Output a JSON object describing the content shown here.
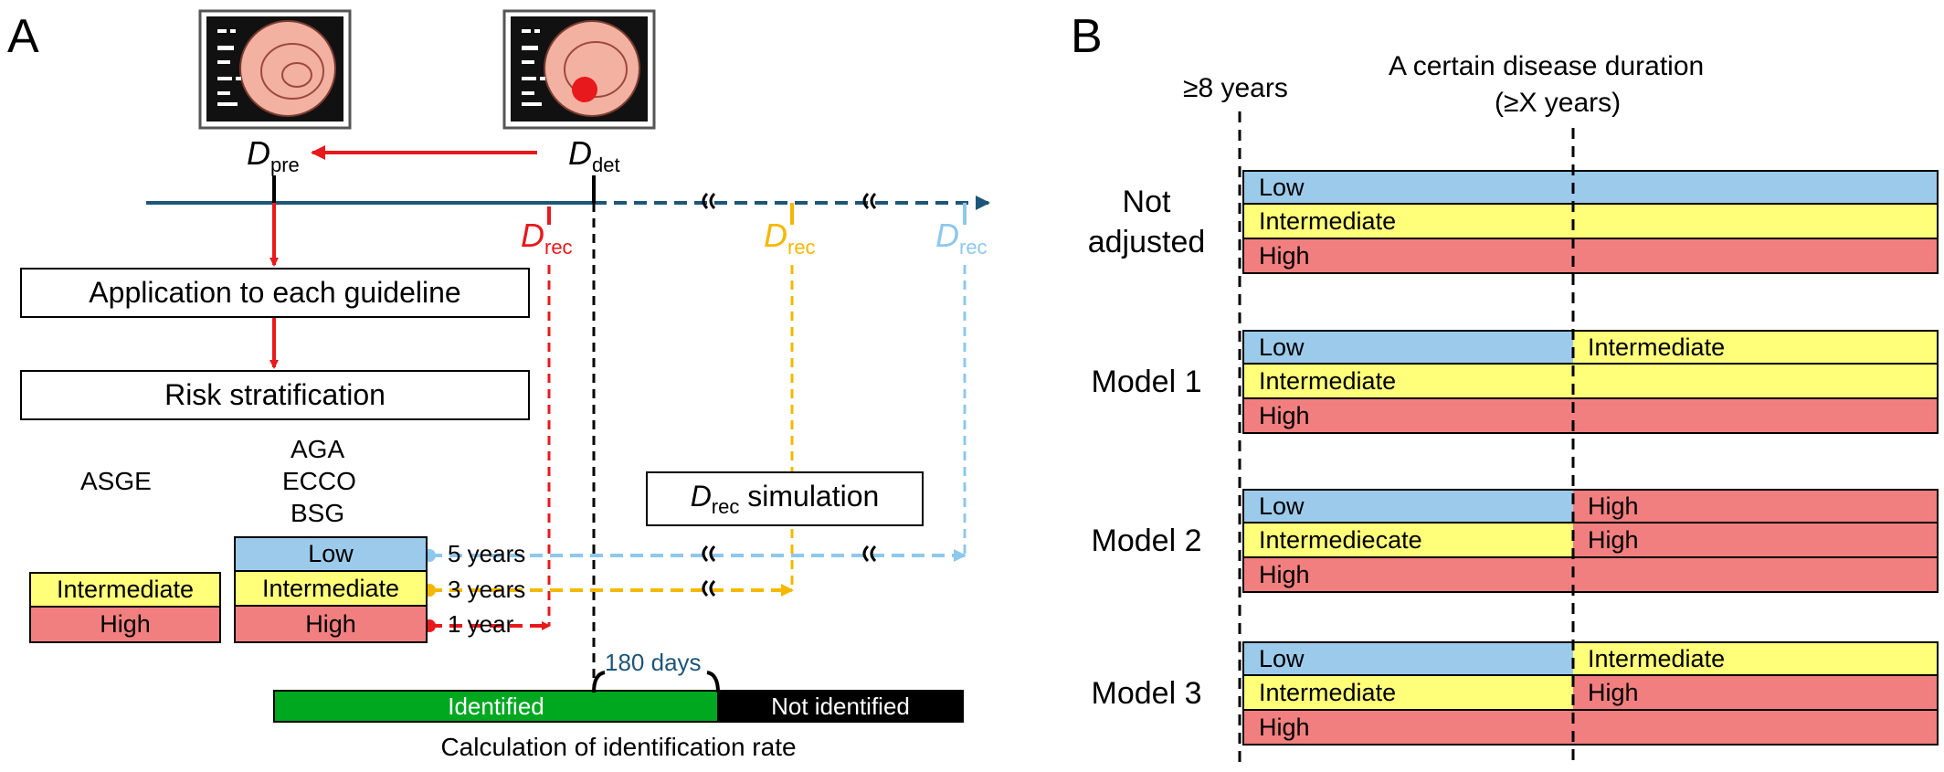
{
  "panel_a": {
    "label": "A",
    "d_pre": {
      "main": "D",
      "sub": "pre"
    },
    "d_det": {
      "main": "D",
      "sub": "det"
    },
    "d_rec": {
      "main": "D",
      "sub": "rec"
    },
    "box_application": "Application to each guideline",
    "box_risk": "Risk stratification",
    "asge_label": "ASGE",
    "guidelines": [
      "AGA",
      "ECCO",
      "BSG"
    ],
    "asge_levels": [
      "Intermediate",
      "High"
    ],
    "aga_levels": [
      "Low",
      "Intermediate",
      "High"
    ],
    "intervals": [
      "5 years",
      "3 years",
      "1 year"
    ],
    "simulation": {
      "main": "D",
      "sub": "rec",
      "rest": " simulation"
    },
    "days": "180 days",
    "identified": "Identified",
    "not_identified": "Not identified",
    "caption": "Calculation of identification rate",
    "colors": {
      "red": "#e8191c",
      "orange": "#f5b800",
      "lightblue": "#8ec8ec",
      "navy": "#1d5678",
      "green": "#00a820"
    },
    "icons": [
      "endoscopy-screen-icon",
      "endoscopy-lesion-screen-icon",
      "break-mark-icon"
    ]
  },
  "panel_b": {
    "label": "B",
    "threshold_8": "≥8 years",
    "threshold_x_line1": "A certain disease duration",
    "threshold_x_line2": "(≥X years)",
    "models": [
      {
        "name": [
          "Not",
          "adjusted"
        ],
        "rows": [
          [
            "Low",
            ""
          ],
          [
            "Intermediate",
            ""
          ],
          [
            "High",
            ""
          ]
        ],
        "classes": [
          [
            "low",
            "low"
          ],
          [
            "inter",
            "inter"
          ],
          [
            "high",
            "high"
          ]
        ]
      },
      {
        "name": [
          "Model 1"
        ],
        "rows": [
          [
            "Low",
            "Intermediate"
          ],
          [
            "Intermediate",
            ""
          ],
          [
            "High",
            ""
          ]
        ],
        "classes": [
          [
            "low",
            "inter"
          ],
          [
            "inter",
            "inter"
          ],
          [
            "high",
            "high"
          ]
        ]
      },
      {
        "name": [
          "Model 2"
        ],
        "rows": [
          [
            "Low",
            "High"
          ],
          [
            "Intermediecate",
            "High"
          ],
          [
            "High",
            ""
          ]
        ],
        "classes": [
          [
            "low",
            "high"
          ],
          [
            "inter",
            "high"
          ],
          [
            "high",
            "high"
          ]
        ]
      },
      {
        "name": [
          "Model 3"
        ],
        "rows": [
          [
            "Low",
            "Intermediate"
          ],
          [
            "Intermediate",
            "High"
          ],
          [
            "High",
            ""
          ]
        ],
        "classes": [
          [
            "low",
            "inter"
          ],
          [
            "inter",
            "high"
          ],
          [
            "high",
            "high"
          ]
        ]
      }
    ],
    "colors": {
      "low": "#9ccaeb",
      "intermediate": "#ffff7a",
      "high": "#f27f7f"
    }
  }
}
